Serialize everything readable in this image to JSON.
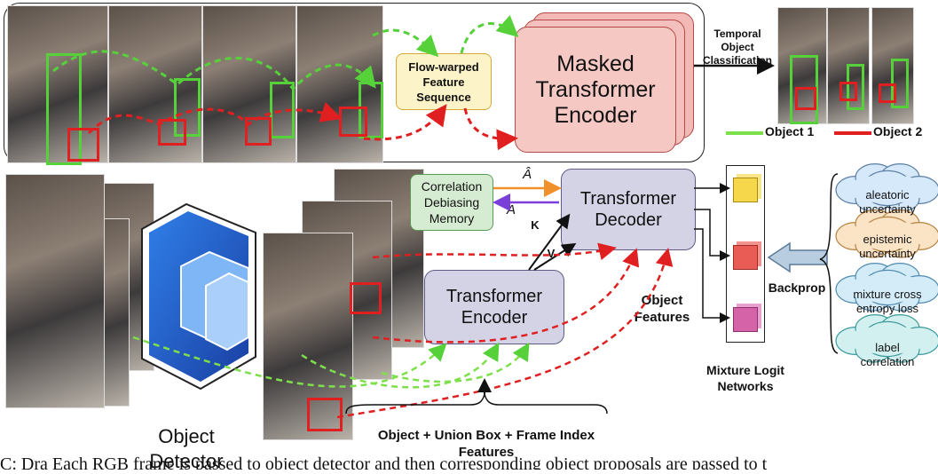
{
  "top_panel": {
    "flow_box": "Flow-warped\nFeature\nSequence",
    "masked_encoder": "Masked\nTransformer\nEncoder",
    "temporal_label": "Temporal\nObject\nClassification",
    "legend": [
      {
        "label": "Object 1",
        "color": "#7de04a"
      },
      {
        "label": "Object 2",
        "color": "#e02020"
      }
    ]
  },
  "bottom_panel": {
    "correlation_box": "Correlation\nDebiasing\nMemory",
    "a_hat": "Â",
    "a": "A",
    "k_label": "K",
    "v_label": "V",
    "decoder": "Transformer\nDecoder",
    "encoder": "Transformer\nEncoder",
    "object_features": "Object\nFeatures",
    "object_detector": "Object\nDetector",
    "input_features": "Object + Union Box + Frame Index\nFeatures",
    "mixture_logit": "Mixture Logit\nNetworks",
    "backprop": "Backprop",
    "clouds": [
      {
        "label": "aleatoric\nuncertainty",
        "color": "#d6e9fb",
        "stroke": "#5c7fa3"
      },
      {
        "label": "epistemic\nuncertainty",
        "color": "#fbe3c6",
        "stroke": "#b58442"
      },
      {
        "label": "mixture cross\nentropy loss",
        "color": "#d4ecf8",
        "stroke": "#4f8bb0"
      },
      {
        "label": "label\ncorrelation",
        "color": "#d2f0f0",
        "stroke": "#3d9a9a"
      }
    ],
    "caption_fragment": "C: Dra Each RGB frame is passed to object detector and then corresponding object proposals are passed to t"
  }
}
